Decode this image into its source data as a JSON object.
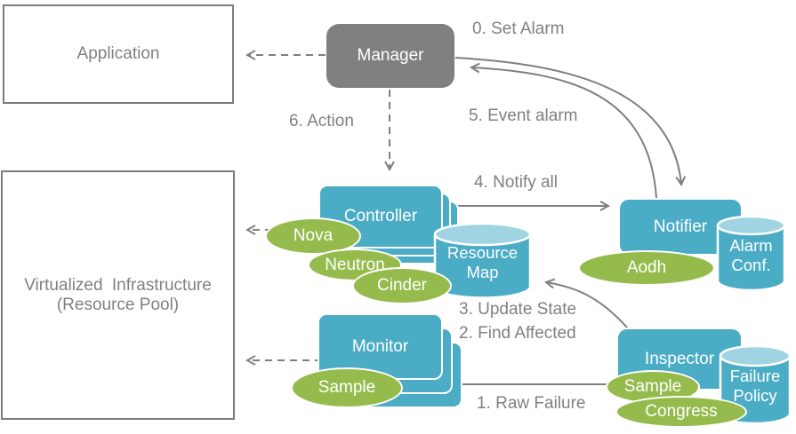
{
  "colors": {
    "node_blue": "#4BACC6",
    "cylinder_top_blue": "#A0D4E2",
    "component_green": "#96BB4D",
    "manager_gray": "#808080",
    "line_gray": "#7F7F7F",
    "label_gray": "#808080",
    "node_text": "#FFFFFF"
  },
  "boxes": {
    "application": {
      "label": "Application"
    },
    "virtualized_infrastructure": {
      "line1": "Virtualized Infrastructure",
      "line2": "(Resource Pool)"
    },
    "manager": {
      "label": "Manager"
    },
    "controller": {
      "label": "Controller"
    },
    "monitor": {
      "label": "Monitor"
    },
    "notifier": {
      "label": "Notifier"
    },
    "inspector": {
      "label": "Inspector"
    }
  },
  "cylinders": {
    "resource_map": {
      "line1": "Resource",
      "line2": "Map"
    },
    "alarm_conf": {
      "line1": "Alarm",
      "line2": "Conf."
    },
    "failure_policy": {
      "line1": "Failure",
      "line2": "Policy"
    }
  },
  "ellipses": {
    "nova": "Nova",
    "neutron": "Neutron",
    "cinder": "Cinder",
    "aodh": "Aodh",
    "monitor_sample": "Sample",
    "inspector_sample": "Sample",
    "congress": "Congress"
  },
  "flow_labels": {
    "step0": "0. Set Alarm",
    "step1": "1. Raw Failure",
    "step2": "2. Find Affected",
    "step3": "3. Update State",
    "step4": "4. Notify all",
    "step5": "5. Event alarm",
    "step6": "6. Action"
  },
  "edges": [
    {
      "label": "0. Set Alarm",
      "from": "manager",
      "to": "notifier",
      "style": "curved-solid"
    },
    {
      "label": "1. Raw Failure",
      "from": "monitor",
      "to": "inspector",
      "style": "solid"
    },
    {
      "label": "2. Find Affected",
      "from": "inspector",
      "to": "resource_map",
      "style": "curved-solid"
    },
    {
      "label": "3. Update State",
      "from": "inspector",
      "to": "resource_map",
      "style": "curved-solid"
    },
    {
      "label": "4. Notify all",
      "from": "controller",
      "to": "notifier",
      "style": "solid"
    },
    {
      "label": "5. Event alarm",
      "from": "notifier",
      "to": "manager",
      "style": "curved-solid"
    },
    {
      "label": "6. Action",
      "from": "manager",
      "to": "controller",
      "style": "dashed"
    },
    {
      "label": "",
      "from": "manager",
      "to": "application",
      "style": "dashed"
    },
    {
      "label": "",
      "from": "controller",
      "to": "virtualized_infrastructure",
      "style": "dashed"
    },
    {
      "label": "",
      "from": "monitor",
      "to": "virtualized_infrastructure",
      "style": "dashed"
    }
  ]
}
